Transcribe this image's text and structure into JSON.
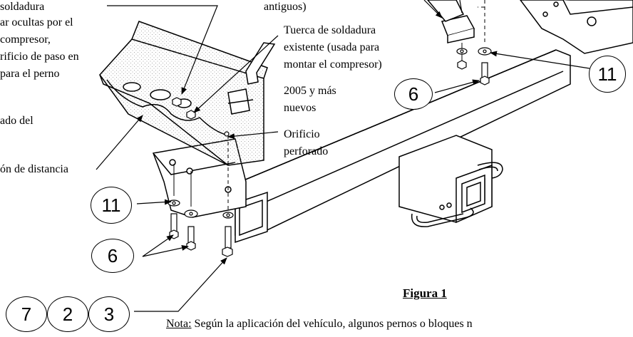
{
  "labels": {
    "soldadura": "soldadura",
    "ocultas": "ar ocultas por el",
    "compresor": "compresor,",
    "rificio": "rificio de paso en",
    "para_perno": "para el perno",
    "ado_del": "ado del",
    "distancia": "ón de distancia",
    "antiguos": "antiguos)",
    "tuerca1": "Tuerca de soldadura",
    "tuerca2": "existente (usada para",
    "tuerca3": "montar el compresor)",
    "anio1": "2005 y más",
    "anio2": "nuevos",
    "orificio1": "Orificio",
    "orificio2": "perforado"
  },
  "callouts": {
    "c11_right": "11",
    "c6_right": "6",
    "c11_left": "11",
    "c6_left": "6",
    "c7": "7",
    "c2": "2",
    "c3": "3"
  },
  "figure": {
    "title": "Figura 1",
    "note_prefix": "Nota:",
    "note_text": " Según la aplicación del vehículo, algunos pernos o bloques n"
  }
}
